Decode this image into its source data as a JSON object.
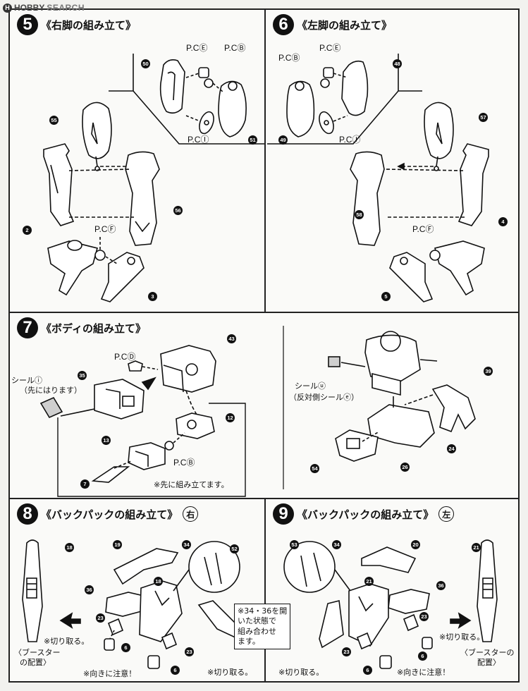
{
  "watermark": {
    "brand": "HOBBY",
    "suffix": "SEARCH",
    "logo_glyph": "H"
  },
  "steps": {
    "s5": {
      "number": "5",
      "title": "《右脚の組み立て》",
      "labels": {
        "pc_e": "P.CⒺ",
        "pc_b": "P.CⒷ",
        "pc_i": "P.CⒾ",
        "pc_f": "P.CⒻ"
      },
      "parts": {
        "p50": "50",
        "p51": "51",
        "p55": "55",
        "p56": "56",
        "p2": "2",
        "p3": "3"
      }
    },
    "s6": {
      "number": "6",
      "title": "《左脚の組み立て》",
      "labels": {
        "pc_e": "P.CⒺ",
        "pc_b": "P.CⒷ",
        "pc_i": "P.CⒾ",
        "pc_f": "P.CⒻ"
      },
      "parts": {
        "p48": "48",
        "p49": "49",
        "p57": "57",
        "p58": "58",
        "p4": "4",
        "p5": "5"
      }
    },
    "s7": {
      "number": "7",
      "title": "《ボディの組み立て》",
      "labels": {
        "pc_d": "P.CⒹ",
        "pc_b": "P.CⒷ",
        "seal_i": "シールⓘ",
        "seal_i_note": "（先にはります）",
        "seal_u": "シールⓤ",
        "seal_u_note": "（反対側シールⓔ）",
        "pre_note": "※先に組み立てます。"
      },
      "parts": {
        "p43": "43",
        "p35": "35",
        "p12": "12",
        "p13": "13",
        "p7": "7",
        "p39": "39",
        "p24": "24",
        "p26": "26",
        "p54": "54"
      }
    },
    "s8": {
      "number": "8",
      "title": "《バックパックの組み立て》",
      "side": "右",
      "labels": {
        "cut1": "※切り取る。",
        "cut2": "※切り取る。",
        "dir": "※向きに注意！",
        "booster1": "〈ブースター",
        "booster2": "の配置〉",
        "box": [
          "※34・36を開",
          "いた状態で",
          "組み合わせ",
          "ます。"
        ]
      },
      "parts": {
        "p18a": "18",
        "p19": "19",
        "p34": "34",
        "p52": "52",
        "p18b": "18",
        "p36": "36",
        "p23a": "23",
        "p23b": "23",
        "p6a": "6",
        "p6b": "6"
      }
    },
    "s9": {
      "number": "9",
      "title": "《バックパックの組み立て》",
      "side": "左",
      "labels": {
        "cut1": "※切り取る。",
        "cut2": "※切り取る。",
        "dir": "※向きに注意！",
        "booster1": "〈ブースターの",
        "booster2": "配置〉"
      },
      "parts": {
        "p53": "53",
        "p34": "34",
        "p20": "20",
        "p21a": "21",
        "p21b": "21",
        "p36": "36",
        "p23a": "23",
        "p23b": "23",
        "p6a": "6",
        "p6b": "6"
      }
    }
  },
  "colors": {
    "ink": "#111111",
    "paper": "#fafaf8",
    "tone": "#cfcfcf"
  }
}
